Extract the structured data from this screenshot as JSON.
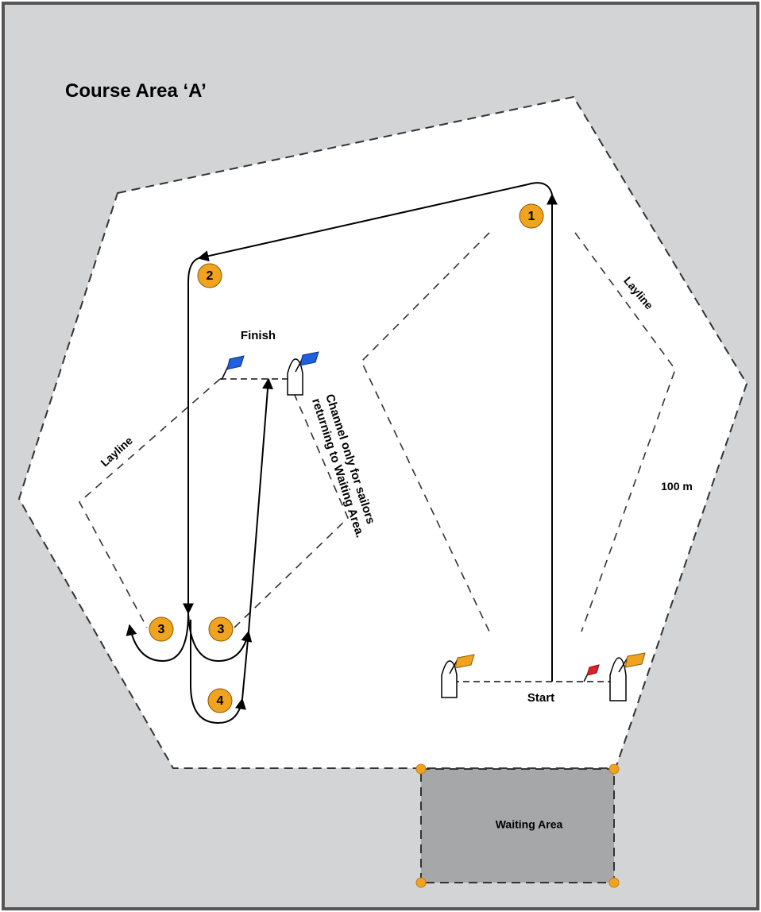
{
  "title": "Course Area ‘A’",
  "labels": {
    "finish": "Finish",
    "start": "Start",
    "layline_right": "Layline",
    "layline_left": "Layline",
    "distance": "100 m",
    "channel_line1": "Channel only for sailors",
    "channel_line2": "returning to Waiting Area.",
    "waiting_area": "Waiting Area"
  },
  "marks": [
    {
      "id": "mark-1",
      "label": "1"
    },
    {
      "id": "mark-2",
      "label": "2"
    },
    {
      "id": "mark-3-left",
      "label": "3"
    },
    {
      "id": "mark-3-right",
      "label": "3"
    },
    {
      "id": "mark-4",
      "label": "4"
    }
  ],
  "colors": {
    "background": "#d3d4d6",
    "course_area": "#ffffff",
    "waiting_area": "#a6a7a9",
    "mark": "#f0a31f",
    "flag_finish": "#1f5fe0",
    "flag_start": "#f0a31f",
    "flag_start_pin": "#e0202a"
  }
}
